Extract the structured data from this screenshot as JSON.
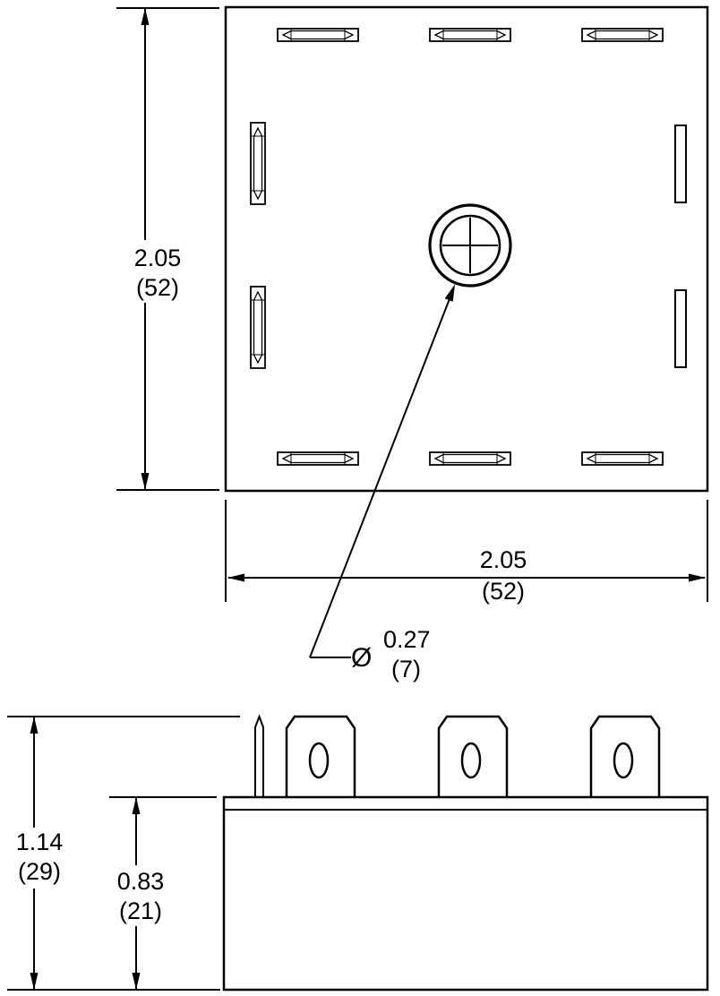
{
  "colors": {
    "line": "#000000",
    "background": "#ffffff"
  },
  "top_view": {
    "height_dim": {
      "value_in": "2.05",
      "value_mm": "(52)"
    },
    "width_dim": {
      "value_in": "2.05",
      "value_mm": "(52)"
    },
    "hole_callout": {
      "symbol": "Ø",
      "value_in": "0.27",
      "value_mm": "(7)"
    }
  },
  "side_view": {
    "overall_height_dim": {
      "value_in": "1.14",
      "value_mm": "(29)"
    },
    "case_height_dim": {
      "value_in": "0.83",
      "value_mm": "(21)"
    }
  }
}
